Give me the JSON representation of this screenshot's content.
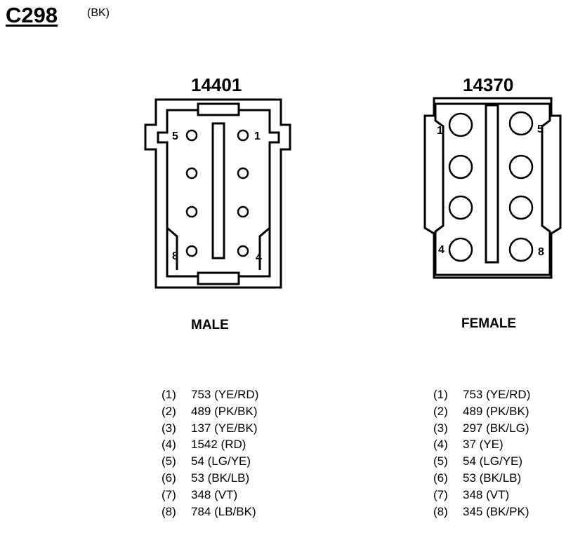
{
  "header": {
    "connector_id": "C298",
    "color_code": "(BK)"
  },
  "male": {
    "part_number": "14401",
    "label": "MALE",
    "pin_labels": [
      "5",
      "1",
      "8",
      "4"
    ],
    "circuits": [
      {
        "pin": "(1)",
        "circuit": "753 (YE/RD)"
      },
      {
        "pin": "(2)",
        "circuit": "489 (PK/BK)"
      },
      {
        "pin": "(3)",
        "circuit": "137 (YE/BK)"
      },
      {
        "pin": "(4)",
        "circuit": "1542 (RD)"
      },
      {
        "pin": "(5)",
        "circuit": "54 (LG/YE)"
      },
      {
        "pin": "(6)",
        "circuit": "53 (BK/LB)"
      },
      {
        "pin": "(7)",
        "circuit": "348 (VT)"
      },
      {
        "pin": "(8)",
        "circuit": "784 (LB/BK)"
      }
    ]
  },
  "female": {
    "part_number": "14370",
    "label": "FEMALE",
    "pin_labels": [
      "1",
      "5",
      "4",
      "8"
    ],
    "circuits": [
      {
        "pin": "(1)",
        "circuit": "753 (YE/RD)"
      },
      {
        "pin": "(2)",
        "circuit": "489 (PK/BK)"
      },
      {
        "pin": "(3)",
        "circuit": "297 (BK/LG)"
      },
      {
        "pin": "(4)",
        "circuit": "37 (YE)"
      },
      {
        "pin": "(5)",
        "circuit": "54 (LG/YE)"
      },
      {
        "pin": "(6)",
        "circuit": "53 (BK/LB)"
      },
      {
        "pin": "(7)",
        "circuit": "348 (VT)"
      },
      {
        "pin": "(8)",
        "circuit": "345 (BK/PK)"
      }
    ]
  }
}
